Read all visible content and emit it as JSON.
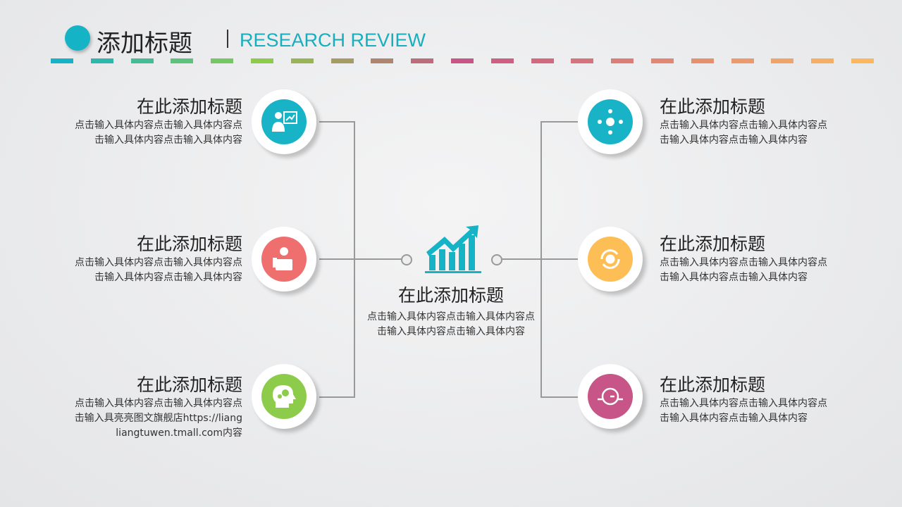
{
  "header": {
    "title": "添加标题",
    "subtitle": "RESEARCH REVIEW"
  },
  "colors": {
    "accent": "#14b3c6",
    "dash_start": "#14b3c6",
    "dash_end": "#fbb861"
  },
  "center": {
    "title": "在此添加标题",
    "body": "点击输入具体内容点击输入具体内容点击输入具体内容点击输入具体内容",
    "icon": "bar-chart-growth-icon"
  },
  "items": [
    {
      "title": "在此添加标题",
      "body": "点击输入具体内容点击输入具体内容点击输入具体内容点击输入具体内容",
      "icon": "presenter-chart-icon",
      "color": "#19b3c7"
    },
    {
      "title": "在此添加标题",
      "body": "点击输入具体内容点击输入具体内容点击输入具体内容点击输入具体内容",
      "icon": "money-box-icon",
      "color": "#ef6f6f"
    },
    {
      "title": "在此添加标题",
      "body": "点击输入具体内容点击输入具体内容点击输入具亮亮图文旗舰店https://liangliangtuwen.tmall.com内容",
      "icon": "head-money-icon",
      "color": "#8dcb4a"
    },
    {
      "title": "在此添加标题",
      "body": "点击输入具体内容点击输入具体内容点击输入具体内容点击输入具体内容",
      "icon": "team-money-icon",
      "color": "#19b3c7"
    },
    {
      "title": "在此添加标题",
      "body": "点击输入具体内容点击输入具体内容点击输入具体内容点击输入具体内容",
      "icon": "cycle-gear-icon",
      "color": "#fdbf55"
    },
    {
      "title": "在此添加标题",
      "body": "点击输入具体内容点击输入具体内容点击输入具体内容点击输入具体内容",
      "icon": "clock-money-icon",
      "color": "#c85587"
    }
  ]
}
